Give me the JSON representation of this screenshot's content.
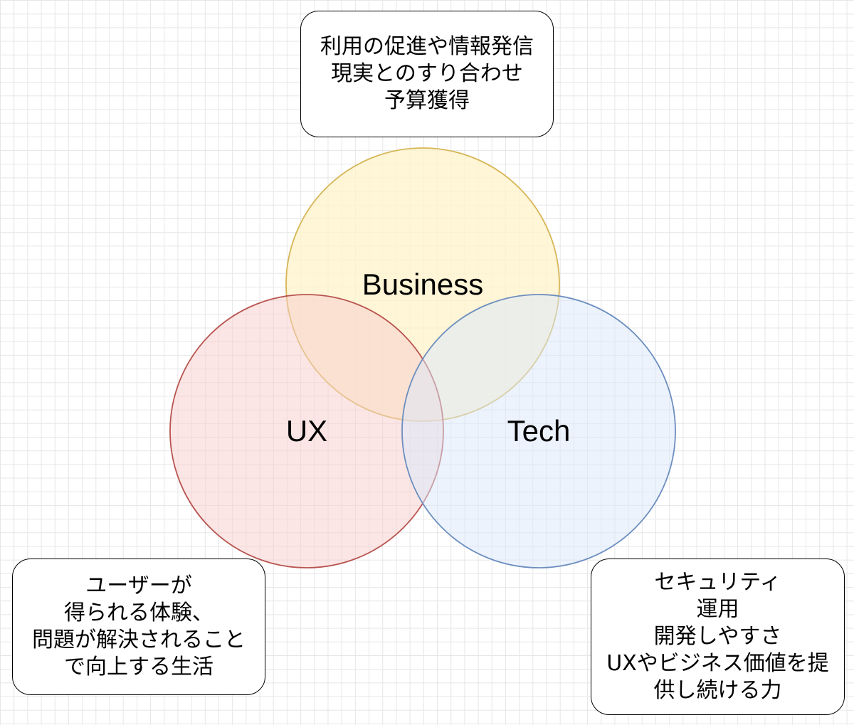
{
  "diagram": {
    "circles": [
      {
        "id": "business",
        "label": "Business",
        "fill": "#fff2cc",
        "stroke": "#d6b656"
      },
      {
        "id": "ux",
        "label": "UX",
        "fill": "#f8cecc",
        "stroke": "#b85450"
      },
      {
        "id": "tech",
        "label": "Tech",
        "fill": "#dae8fc",
        "stroke": "#6c8ebf"
      }
    ],
    "notes": {
      "business": [
        "利用の促進や情報発信",
        "現実とのすり合わせ",
        "予算獲得"
      ],
      "ux": [
        "ユーザーが",
        "得られる体験、",
        "問題が解決されること",
        "で向上する生活"
      ],
      "tech": [
        "セキュリティ",
        "運用",
        "開発しやすさ",
        "UXやビジネス価値を提",
        "供し続ける力"
      ]
    },
    "colors": {
      "grid": "#e6e6e6",
      "note_border": "#000000"
    }
  }
}
